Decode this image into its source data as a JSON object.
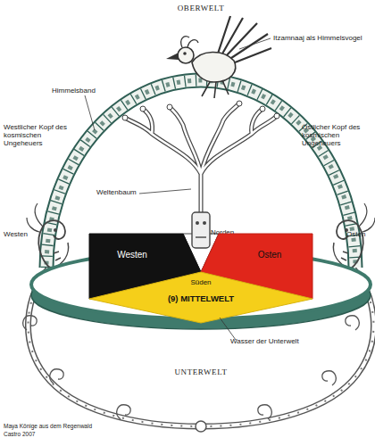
{
  "diagram": {
    "nodes": [
      {
        "text": [
          "Norden"
        ]
      },
      {
        "text": [
          "Westen"
        ]
      },
      {
        "text": [
          "Osten"
        ]
      },
      {
        "text": [
          "Süden",
          "(9) MITTELWELT"
        ]
      }
    ],
    "labels": [
      "OBERWELT",
      "Itzamnaaj als Himmelsvogel",
      "Himmelsband",
      "Westlicher Kopf des kosmischen Ungeheuers",
      "Östlicher Kopf des kosmischen Ungeheuers",
      "Weltenbaum",
      "Westen",
      "Osten",
      "Wasser der Unterwelt",
      "UNTERWELT",
      "Maya Könige aus dem Regenwald",
      "Castro 2007"
    ]
  }
}
